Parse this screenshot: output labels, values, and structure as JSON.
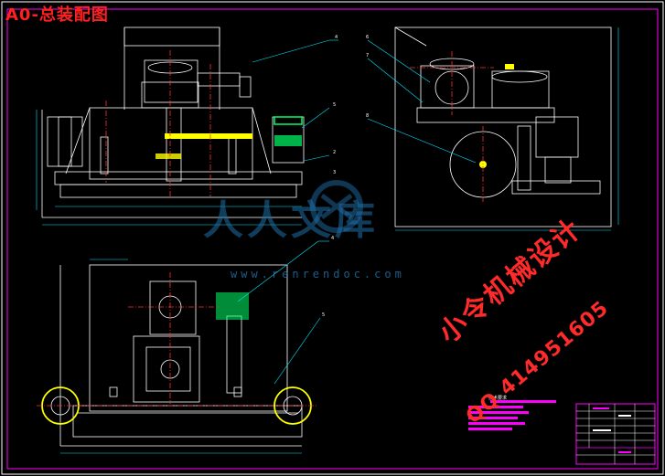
{
  "drawing": {
    "sheet_title": "A0-总装配图",
    "tech_requirements_title": "技术要求"
  },
  "watermark": {
    "brand_cn": "人人文库",
    "url": "www.renrendoc.com"
  },
  "stamp": {
    "name": "小令机械设计",
    "qq": "QQ 414951605"
  },
  "callouts": [
    "4",
    "5",
    "2",
    "3",
    "6",
    "7",
    "8",
    "4",
    "5"
  ],
  "colors": {
    "background": "#000000",
    "frame": "#ffffff",
    "outline": "#ffffff",
    "dimension": "#00e5ff",
    "highlight": "#ff00ff",
    "accent": "#ffff00",
    "center_line": "#ff3030",
    "stamp": "#ff2a2a",
    "watermark": "#1f6fa8"
  }
}
